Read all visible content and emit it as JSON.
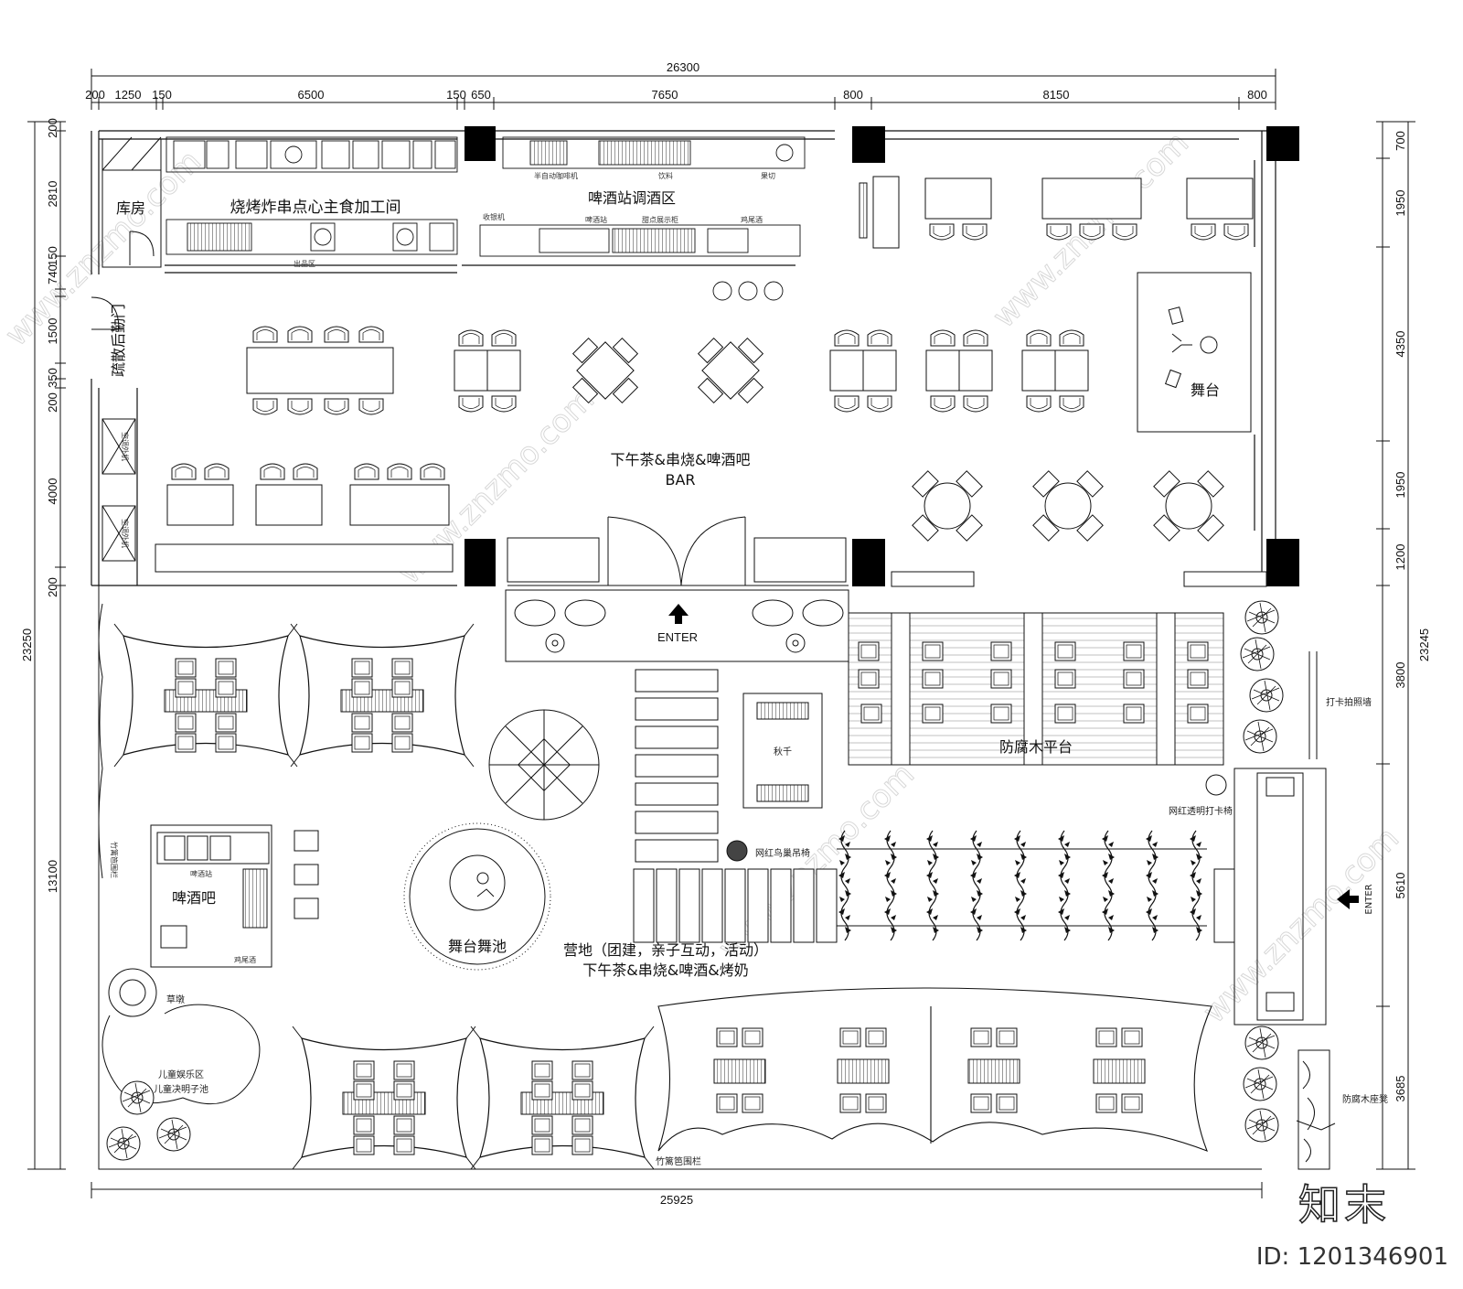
{
  "dims": {
    "top_total": "26300",
    "top_segments": [
      "200",
      "1250",
      "150",
      "6500",
      "150",
      "650",
      "7650",
      "800",
      "8150",
      "800"
    ],
    "bottom_total": "25925",
    "left_segments": [
      "200",
      "2810",
      "740",
      "150",
      "1500",
      "350",
      "200",
      "4000",
      "200",
      "13100"
    ],
    "left_total": "23250",
    "right_segments": [
      "700",
      "1950",
      "4350",
      "1950",
      "1200",
      "3800",
      "5610",
      "3685"
    ],
    "right_total": "23245"
  },
  "rooms": {
    "storage": "库房",
    "kitchen": "烧烤炸串点心主食加工间",
    "beer_station_area": "啤酒站调酒区",
    "bar_main": "下午茶&串烧&啤酒吧",
    "bar_en": "BAR",
    "stage": "舞台",
    "evacuation_door": "疏散后勤门",
    "beer_bar": "啤酒吧",
    "stage_dance": "舞台舞池",
    "camp_line1": "营地（团建，亲子互动，活动）",
    "camp_line2": "下午茶&串烧&啤酒&烤奶",
    "deck": "防腐木平台",
    "swing": "秋千",
    "enter_main": "ENTER",
    "enter_side": "ENTER",
    "photo_wall": "打卡拍照墙",
    "photo_chair": "网红透明打卡椅",
    "nest_chair": "网红鸟巢吊椅",
    "grass_pier": "草墩",
    "kids_area": "儿童娱乐区",
    "kids_pool": "儿童决明子池",
    "bamboo_fence_left": "竹篱笆围栏",
    "bamboo_fence_bottom": "竹篱笆围栏",
    "wood_bench": "防腐木座凳",
    "ac_unit_1": "空调外机",
    "ac_unit_2": "空调外机",
    "outlet": "出品区"
  },
  "equipment": {
    "coffee_machine": "半自动咖啡机",
    "drinks": "饮料",
    "fruit": "果切",
    "cashier": "收银机",
    "beer_station": "啤酒站",
    "dessert_cabinet": "甜点展示柜",
    "cocktail": "鸡尾酒",
    "beer_station_2": "啤酒站",
    "cocktail_2": "鸡尾酒"
  },
  "watermark": {
    "logo": "知末",
    "id": "ID: 1201346901"
  }
}
